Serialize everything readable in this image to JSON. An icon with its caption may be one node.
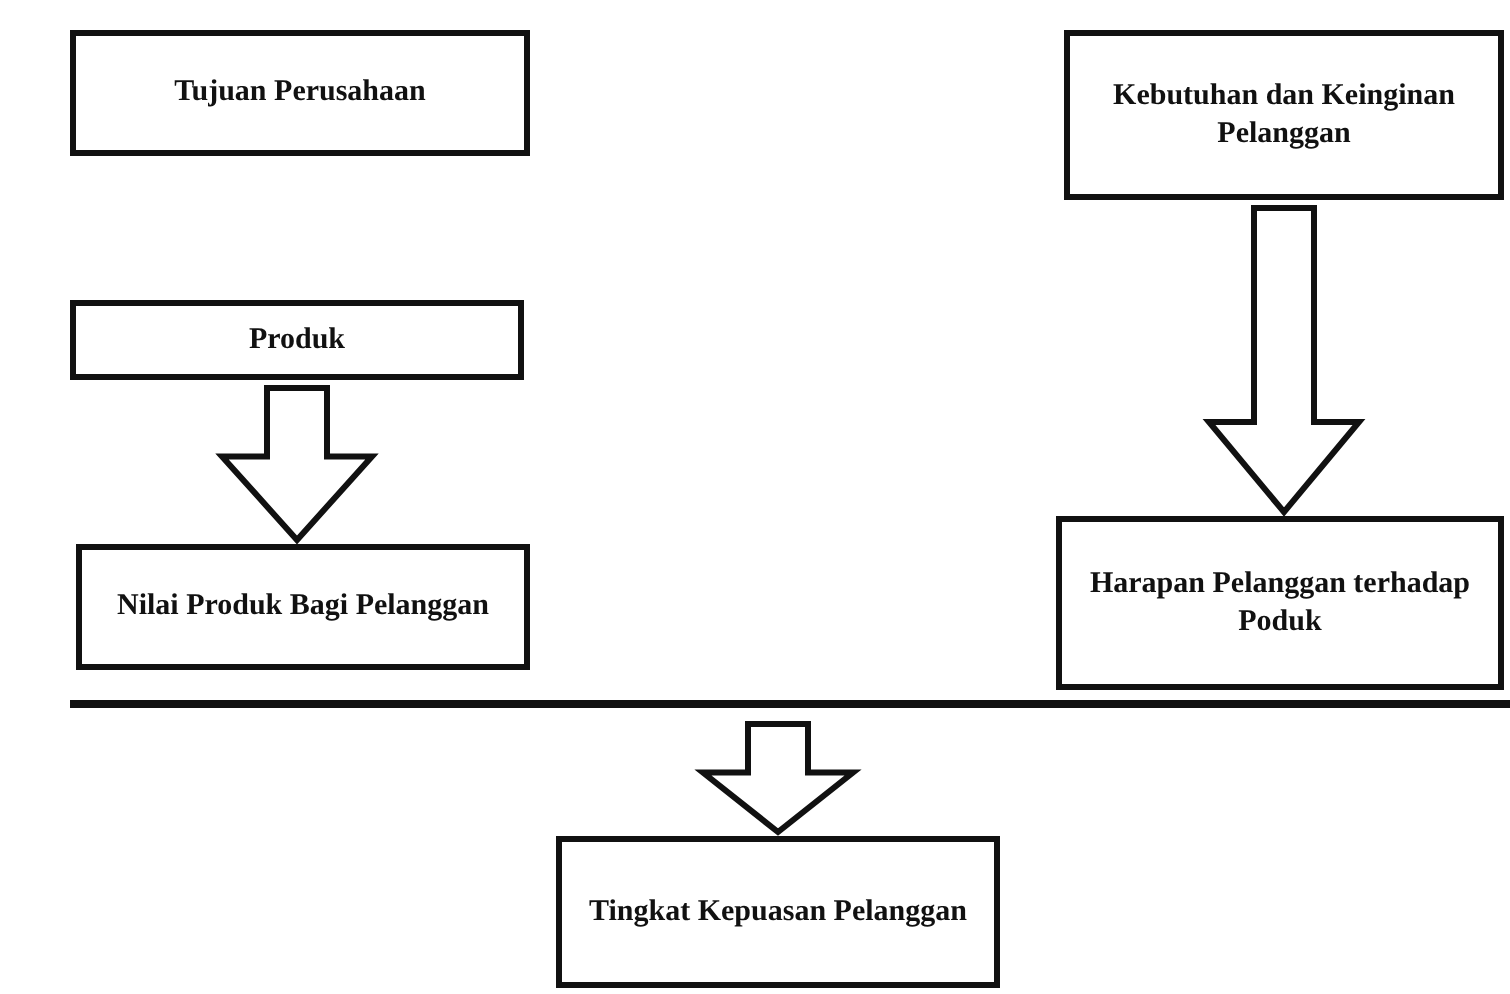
{
  "diagram": {
    "nodes": [
      {
        "text": [
          "Tujuan Perusahaan"
        ]
      },
      {
        "text": [
          "Kebutuhan dan Keinginan Pelanggan"
        ]
      },
      {
        "text": [
          "Produk"
        ]
      },
      {
        "text": [
          "Nilai Produk Bagi Pelanggan"
        ]
      },
      {
        "text": [
          "Harapan Pelanggan terhadap Poduk"
        ]
      },
      {
        "text": [
          "Tingkat Kepuasan Pelanggan"
        ]
      }
    ],
    "edges": [
      {
        "from": 2,
        "to": 3,
        "arrow": "to"
      },
      {
        "from": 1,
        "to": 4,
        "arrow": "to"
      },
      {
        "from": null,
        "to": 5,
        "arrow": "to"
      }
    ]
  }
}
